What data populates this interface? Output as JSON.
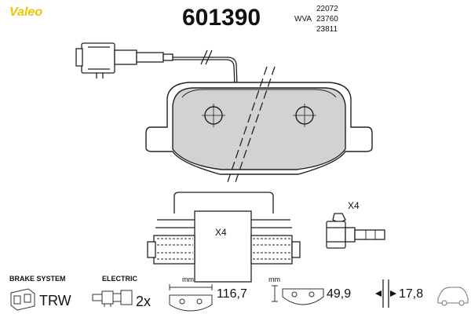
{
  "brand": "Valeo",
  "part_number": "601390",
  "wva": {
    "label": "WVA",
    "codes": [
      "22072",
      "23760",
      "23811"
    ]
  },
  "hardware": {
    "clip_qty": "X4",
    "bolt_qty": "X4"
  },
  "footer": {
    "brake_system": {
      "label": "BRAKE SYSTEM",
      "value": "TRW"
    },
    "electric": {
      "label": "ELECTRIC",
      "value": "2x"
    },
    "length": {
      "unit": "mm",
      "value": "116,7"
    },
    "height": {
      "unit": "mm",
      "value": "49,9"
    },
    "thickness": {
      "value": "17,8"
    }
  },
  "colors": {
    "brand_yellow": "#f2c400",
    "pad_fill": "#d2d2d2",
    "line": "#222222"
  }
}
